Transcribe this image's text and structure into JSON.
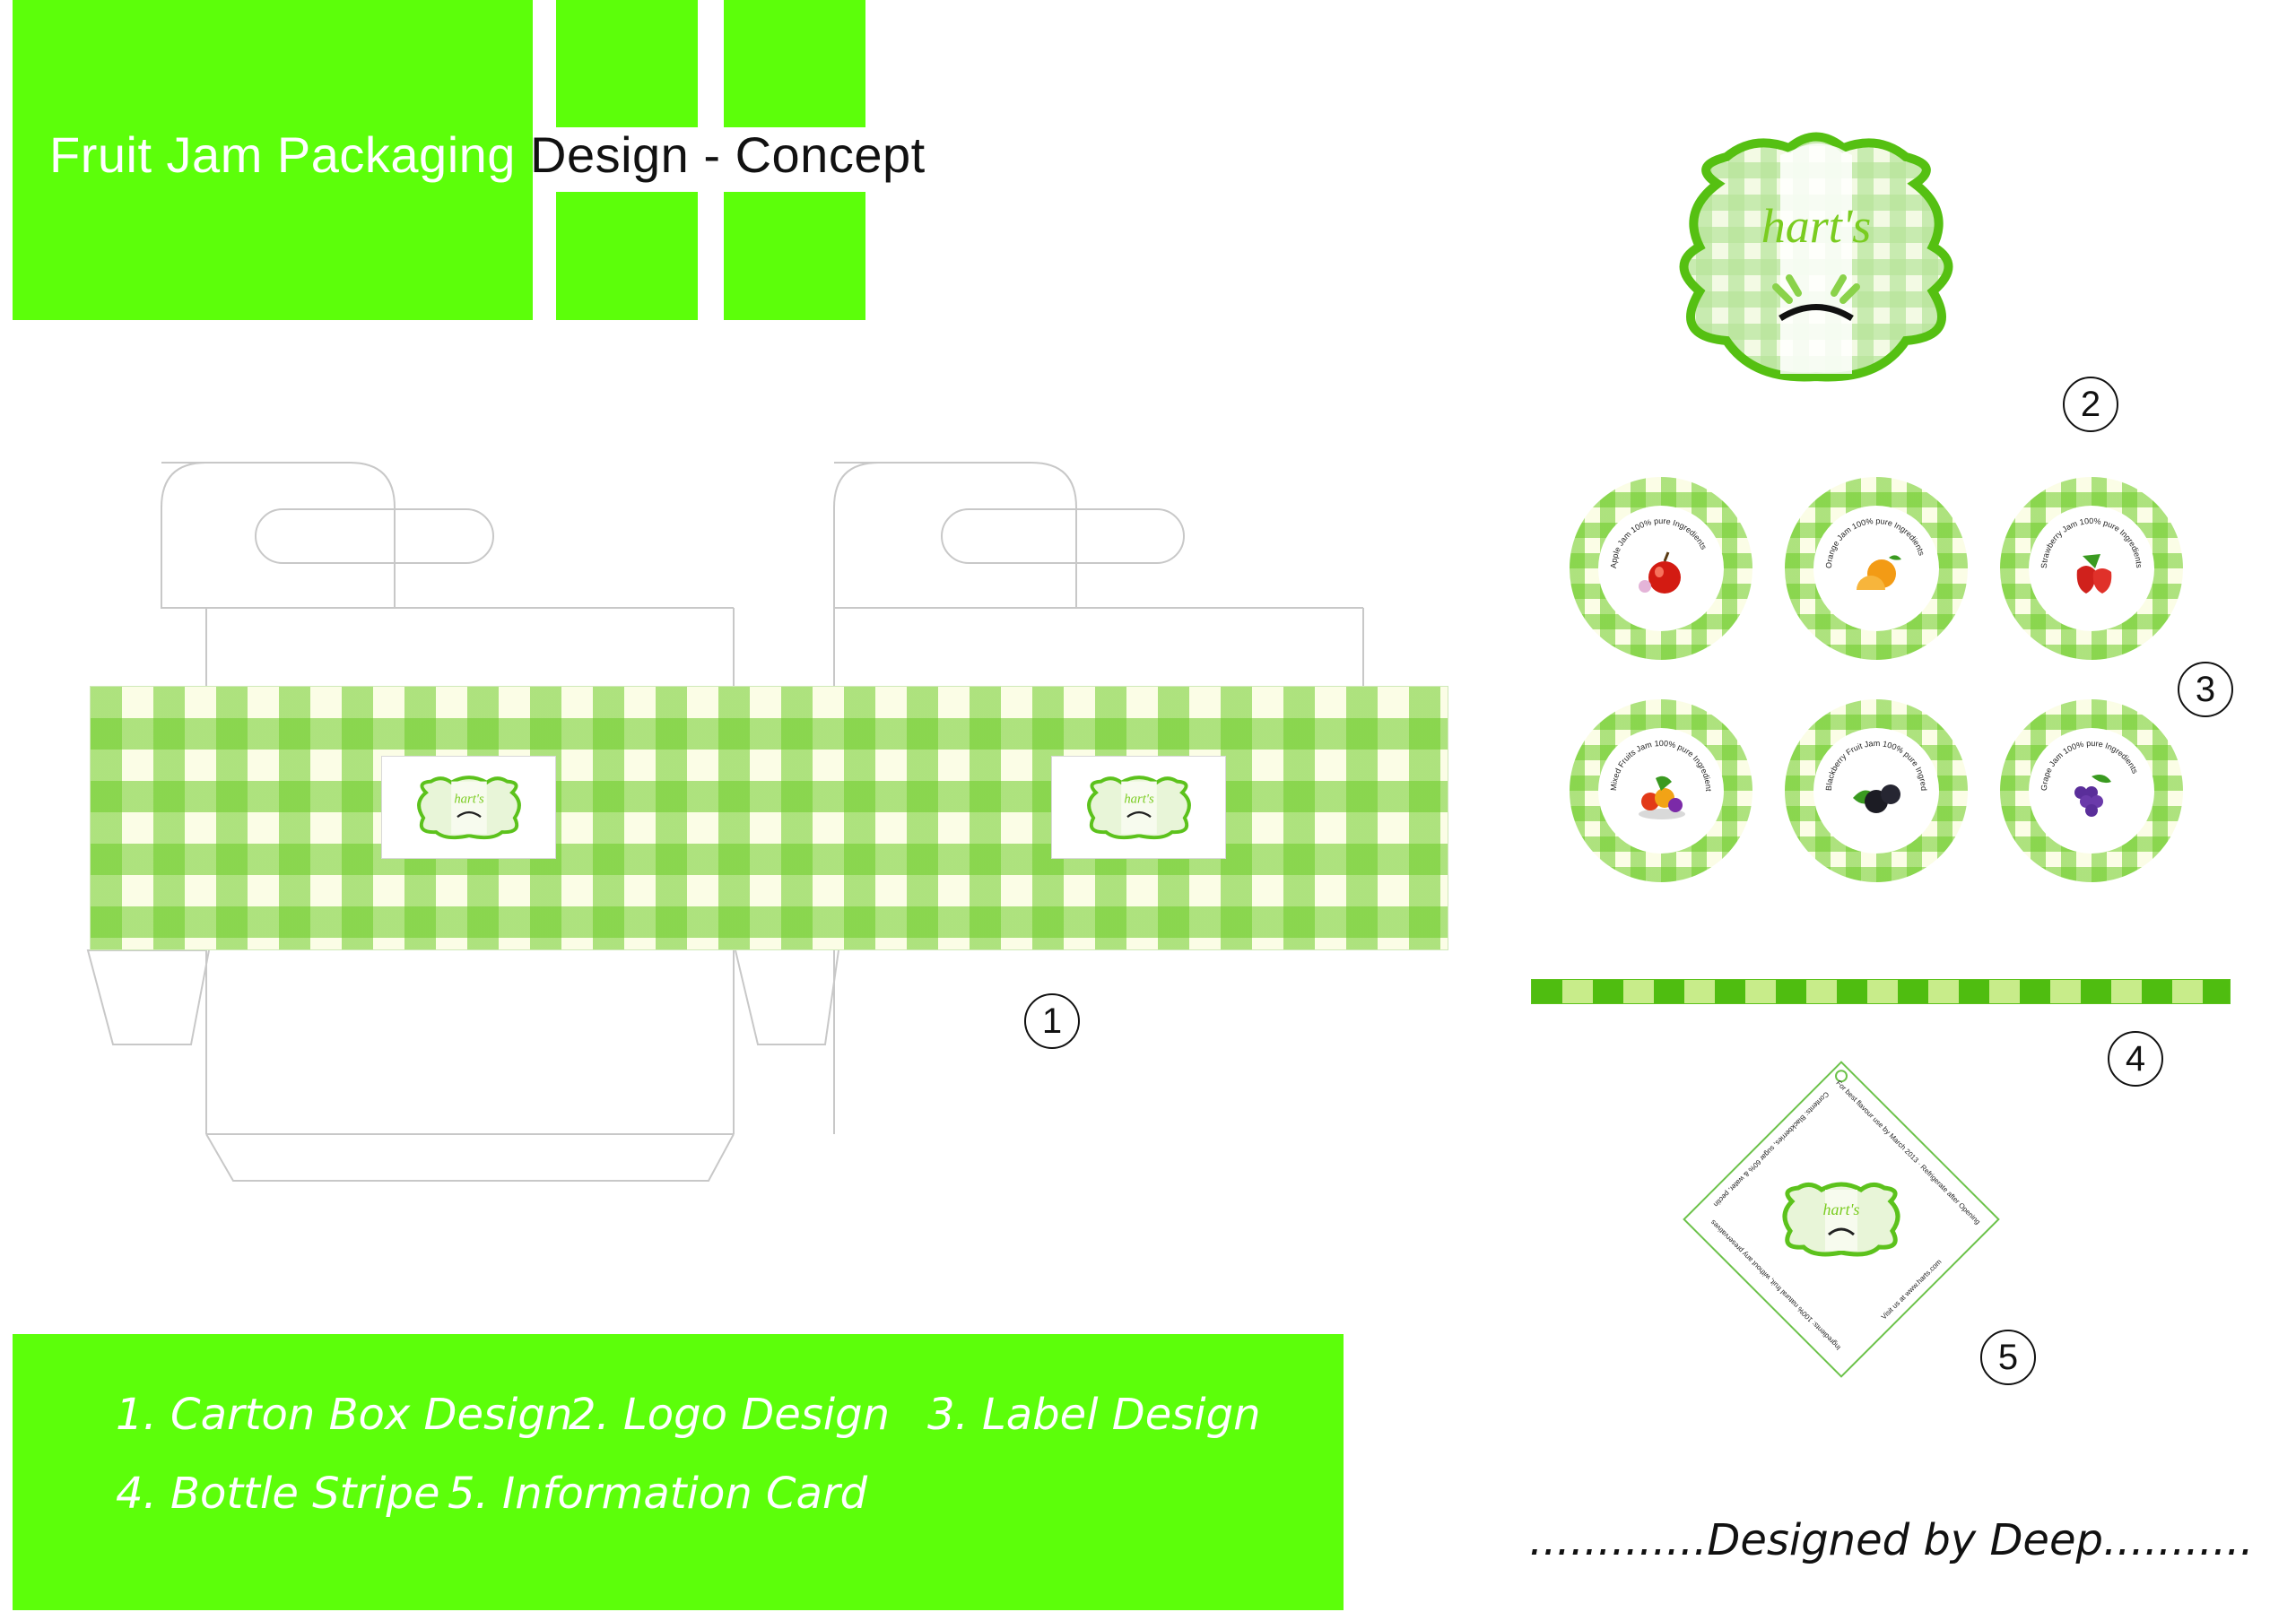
{
  "header": {
    "title_part1": "Fruit Jam Packaging",
    "title_part2": "Design - Concept"
  },
  "brand": {
    "name": "hart's"
  },
  "markers": [
    "1",
    "2",
    "3",
    "4",
    "5"
  ],
  "jar_labels": [
    {
      "text": "Apple Jam 100% pure Ingredients",
      "fruit": "apple-icon"
    },
    {
      "text": "Orange Jam 100% pure Ingredients",
      "fruit": "orange-icon"
    },
    {
      "text": "Strawberry Jam 100% pure Ingredients",
      "fruit": "strawberry-icon"
    },
    {
      "text": "Mixed Fruits Jam 100% pure Ingredients",
      "fruit": "mixed-fruits-icon"
    },
    {
      "text": "Blackberry Fruit Jam 100% pure Ingredients",
      "fruit": "blackberry-icon"
    },
    {
      "text": "Grape Jam 100% pure Ingredients",
      "fruit": "grape-icon"
    }
  ],
  "info_card": {
    "line_top": "For best flavour use by March 2013 · Refrigerate after Opening",
    "line_right": "Contents: Blackberries, sugar 60% & water, pectin",
    "line_bottom": "Ingredients: 100% natural fruit, without any preservatives",
    "line_left": "Visit us at www.harts.com"
  },
  "legend": [
    "1. Carton Box Design",
    "2. Logo Design",
    "3. Label Design",
    "4. Bottle Stripe",
    "5. Information Card"
  ],
  "signature": ".............Designed by Deep...........",
  "colors": {
    "brand_green": "#5cff0a",
    "gingham_dark": "#6ecd28",
    "gingham_light": "#fbfde6"
  }
}
